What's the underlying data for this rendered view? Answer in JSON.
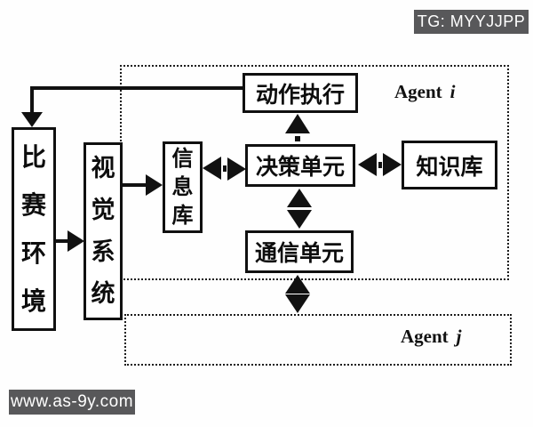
{
  "watermarks": {
    "tg_badge": "TG: MYYJJPP",
    "site_badge": "www.as-9y.com"
  },
  "agents": {
    "agent_i": {
      "word": "Agent",
      "variable": "i"
    },
    "agent_j": {
      "word": "Agent",
      "variable": "j"
    }
  },
  "nodes": {
    "environment": "比赛环境",
    "vision_system": "视觉系统",
    "info_base": "信息库",
    "action_exec": "动作执行",
    "decision_unit": "决策单元",
    "knowledge_base": "知识库",
    "comm_unit": "通信单元"
  },
  "colors": {
    "line": "#111111",
    "badge_bg": "#58585a",
    "badge_text": "#ffffff",
    "background": "#fefefe"
  }
}
